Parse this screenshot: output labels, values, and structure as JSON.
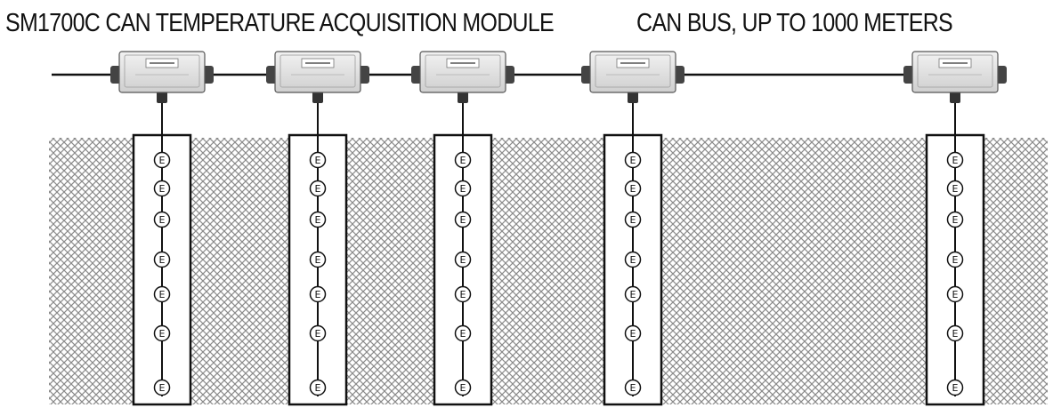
{
  "labels": {
    "module_title": "SM1700C CAN TEMPERATURE ACQUISITION MODULE",
    "bus_title": "CAN BUS, UP TO 1000 METERS"
  },
  "sensor_glyph": "E",
  "modules": [
    {
      "sensors": 7
    },
    {
      "sensors": 7
    },
    {
      "sensors": 7
    },
    {
      "sensors": 7
    },
    {
      "sensors": 7
    }
  ],
  "colors": {
    "line": "#111111",
    "module_body": "#e4e4e4",
    "hatch": "#8a8a8a"
  },
  "icons": {
    "module": "junction-box-icon",
    "sensor": "temperature-sensor-icon"
  }
}
